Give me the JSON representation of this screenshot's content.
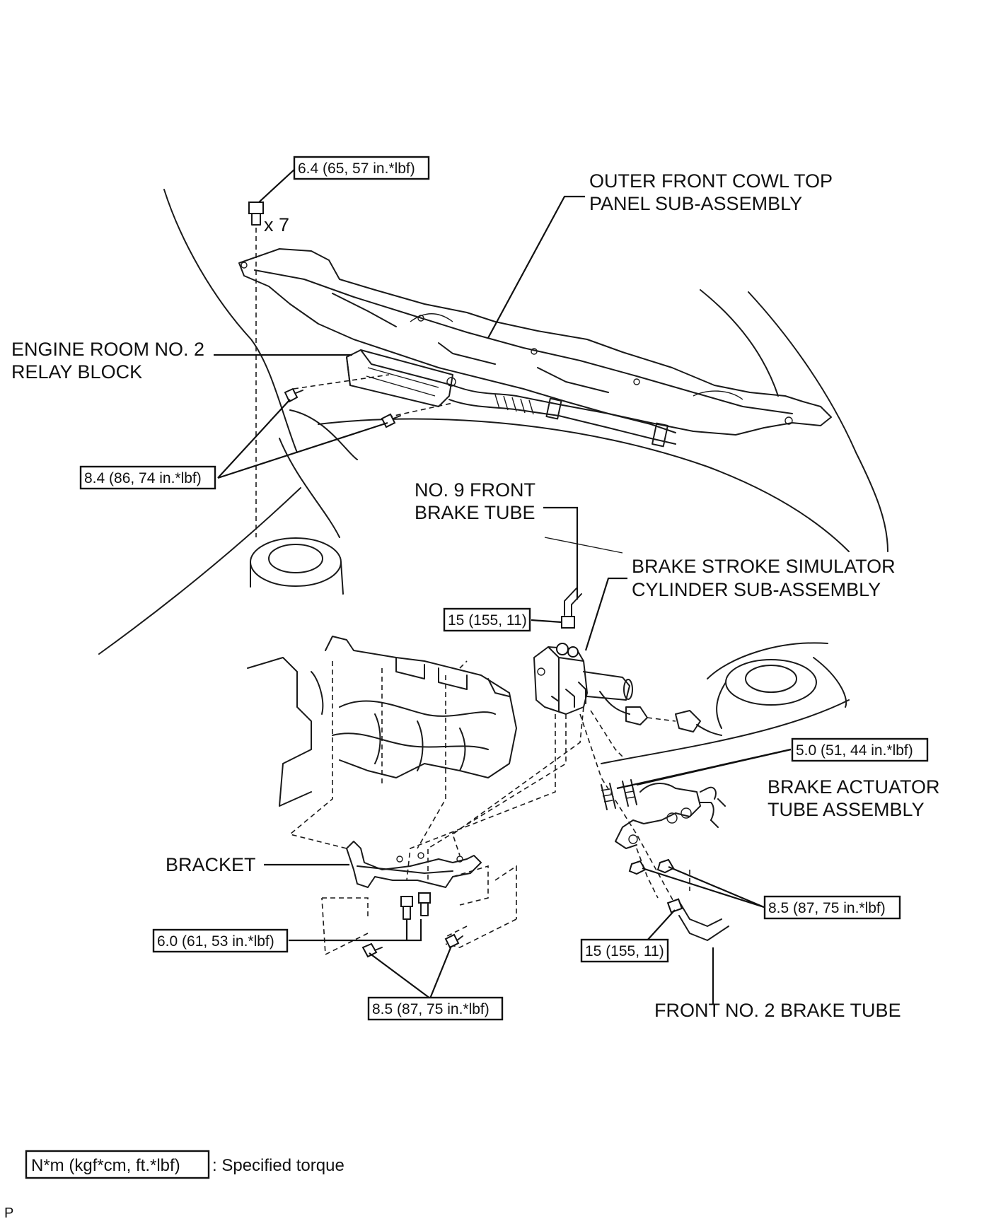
{
  "labels": {
    "outer_cowl_line1": "OUTER FRONT COWL TOP",
    "outer_cowl_line2": "PANEL SUB-ASSEMBLY",
    "relay_block_line1": "ENGINE ROOM NO. 2",
    "relay_block_line2": "RELAY BLOCK",
    "no9_tube_line1": "NO. 9 FRONT",
    "no9_tube_line2": "BRAKE TUBE",
    "simulator_line1": "BRAKE STROKE SIMULATOR",
    "simulator_line2": "CYLINDER SUB-ASSEMBLY",
    "actuator_tube_line1": "BRAKE ACTUATOR",
    "actuator_tube_line2": "TUBE ASSEMBLY",
    "bracket": "BRACKET",
    "front_no2_tube": "FRONT NO. 2 BRAKE TUBE",
    "quantity": "x 7"
  },
  "torques": {
    "cowl_bolts": "6.4 (65, 57 in.*lbf)",
    "relay_block_bolts": "8.4 (86, 74 in.*lbf)",
    "no9_tube_union": "15 (155, 11)",
    "actuator_studs": "5.0 (51, 44 in.*lbf)",
    "actuator_nuts": "8.5 (87, 75 in.*lbf)",
    "front_no2_union": "15 (155, 11)",
    "bracket_bolts": "6.0 (61, 53 in.*lbf)",
    "bracket_lower_bolts": "8.5 (87, 75 in.*lbf)"
  },
  "legend": {
    "unit": "N*m (kgf*cm, ft.*lbf)",
    "text": ": Specified torque"
  },
  "footer_code": "P"
}
